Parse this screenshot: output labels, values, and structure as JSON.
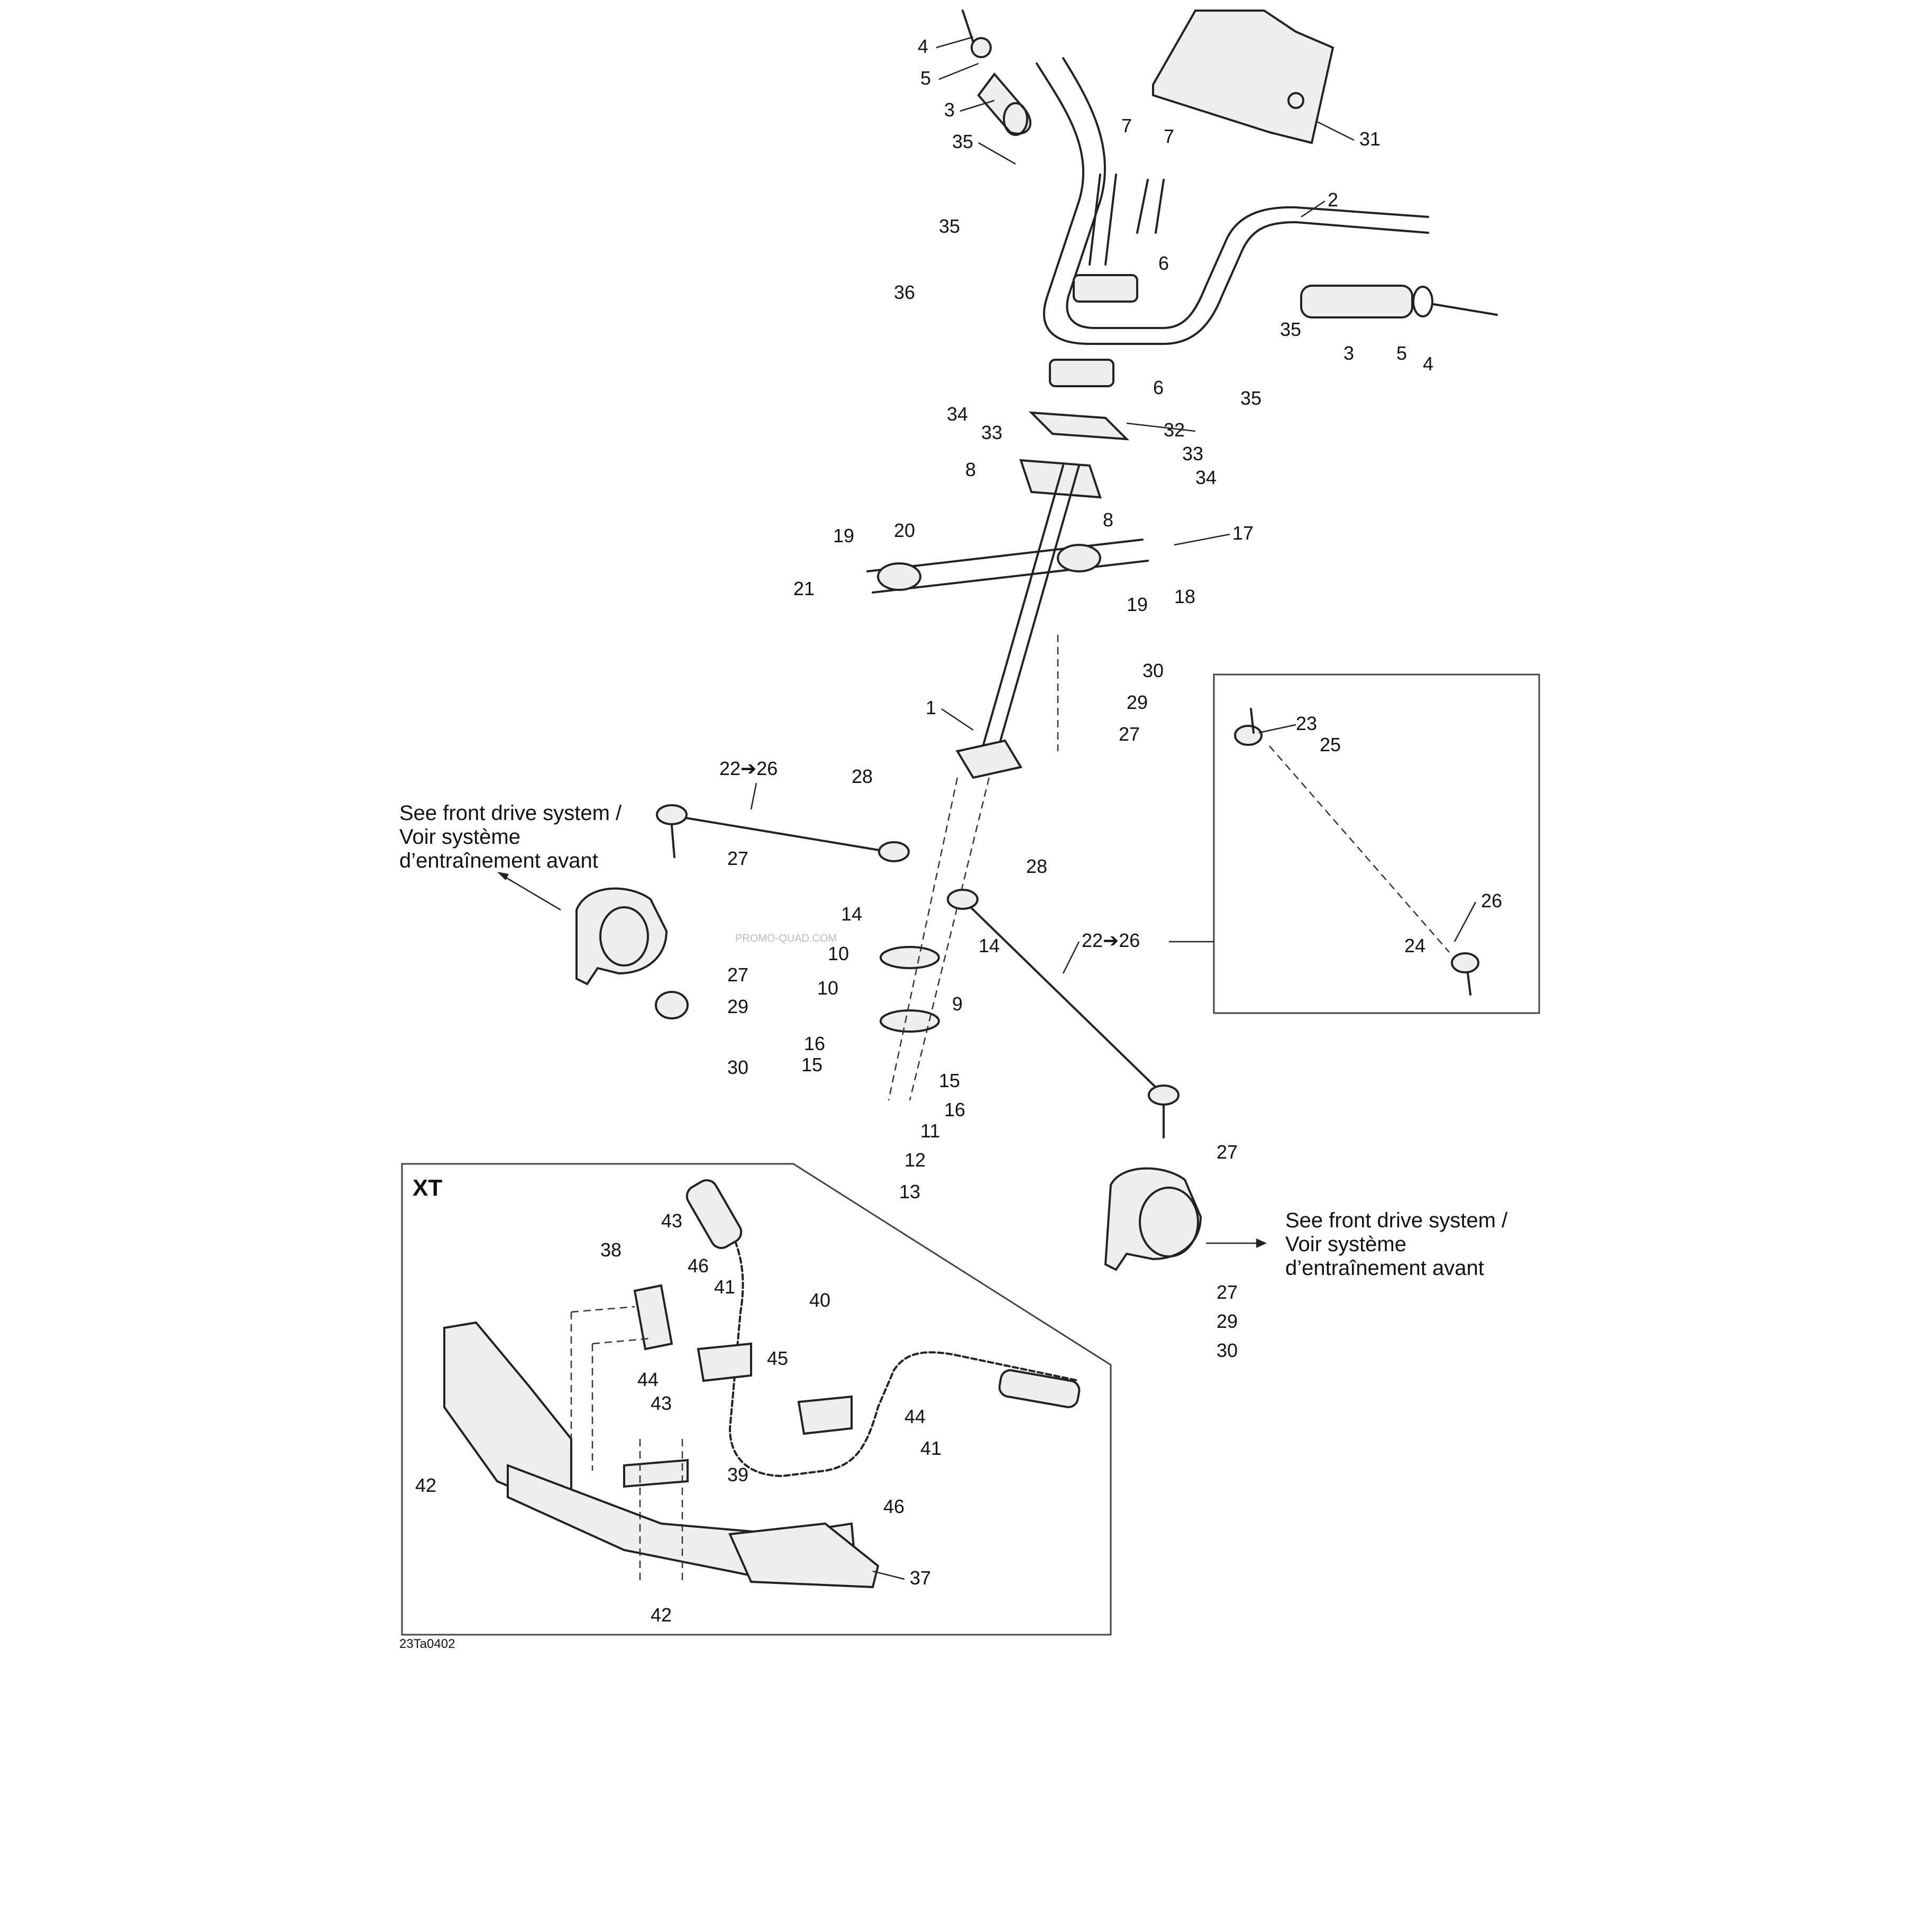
{
  "callouts": {
    "c4a": "4",
    "c5a": "5",
    "c3a": "3",
    "c35a": "35",
    "c35b": "35",
    "c36": "36",
    "c7a": "7",
    "c7b": "7",
    "c31": "31",
    "c2": "2",
    "c6a": "6",
    "c6b": "6",
    "c35c": "35",
    "c35d": "35",
    "c3b": "3",
    "c5b": "5",
    "c4b": "4",
    "c34a": "34",
    "c33a": "33",
    "c32": "32",
    "c33b": "33",
    "c34b": "34",
    "c8a": "8",
    "c8b": "8",
    "c19a": "19",
    "c20": "20",
    "c17": "17",
    "c21": "21",
    "c19b": "19",
    "c18": "18",
    "c30a": "30",
    "c29a": "29",
    "c1": "1",
    "c27a": "27",
    "c2226a": "22➔26",
    "c28a": "28",
    "c27b": "27",
    "c28b": "28",
    "c14a": "14",
    "c14b": "14",
    "c10a": "10",
    "c2226b": "22➔26",
    "c10b": "10",
    "c9": "9",
    "c16a": "16",
    "c15a": "15",
    "c15b": "15",
    "c16b": "16",
    "c11": "11",
    "c12": "12",
    "c13": "13",
    "c27c": "27",
    "c29b": "29",
    "c30b": "30",
    "c27d": "27",
    "c27e": "27",
    "c29c": "29",
    "c30c": "30",
    "c23": "23",
    "c25": "25",
    "c26": "26",
    "c24": "24",
    "c43a": "43",
    "c38": "38",
    "c46a": "46",
    "c41a": "41",
    "c40": "40",
    "c44a": "44",
    "c45": "45",
    "c43b": "43",
    "c44b": "44",
    "c41b": "41",
    "c39": "39",
    "c42a": "42",
    "c46b": "46",
    "c37": "37",
    "c42b": "42"
  },
  "notes": {
    "left_line1": "See front drive system /",
    "left_line2": "Voir système",
    "left_line3": "d’entraînement avant",
    "right_line1": "See front drive system /",
    "right_line2": "Voir système",
    "right_line3": "d’entraînement avant"
  },
  "inset_title": "XT",
  "drawing_number": "23Ta0402",
  "watermark": "PROMO-QUAD.COM"
}
